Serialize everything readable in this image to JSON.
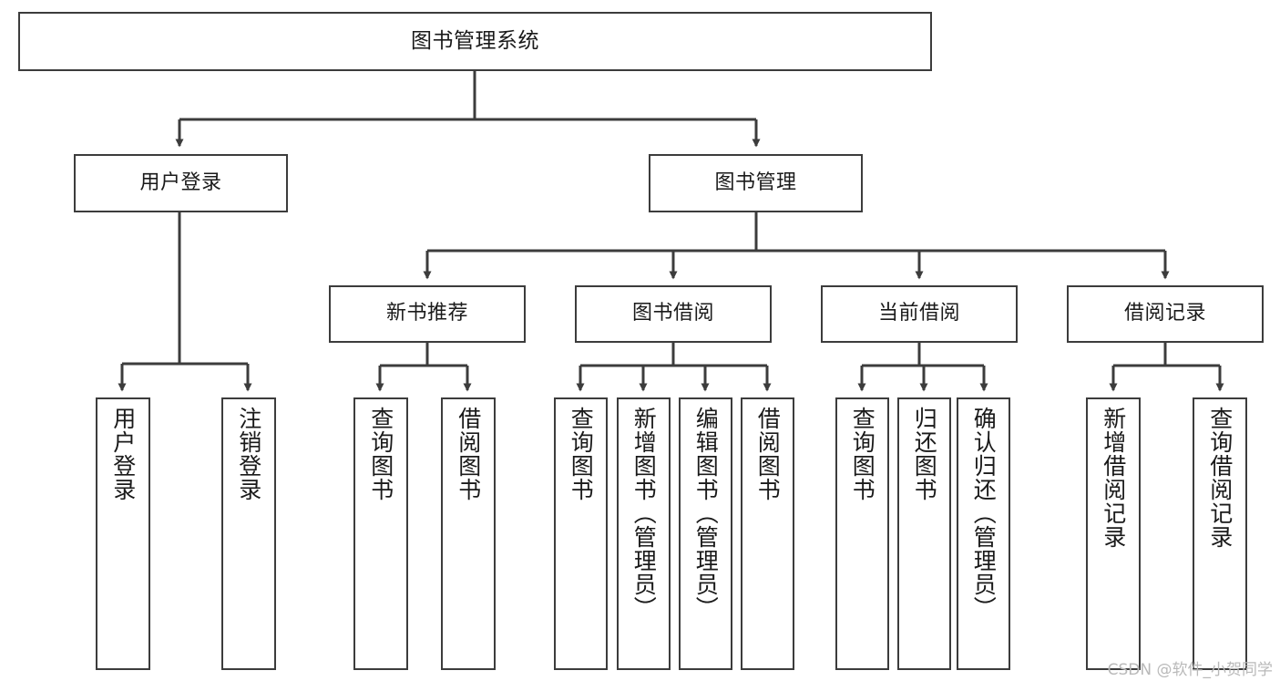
{
  "diagram": {
    "title": "图书管理系统",
    "type": "hierarchy-tree",
    "watermark": "CSDN @软件_小贺同学",
    "colors": {
      "node_border": "#3c3c3c",
      "node_fill": "#ffffff",
      "edge": "#3c3c3c",
      "text": "#1a1a1a",
      "watermark": "#b9b9b9"
    },
    "nodes": {
      "root": {
        "label": "图书管理系统",
        "level": 1,
        "orientation": "horizontal"
      },
      "l2": [
        {
          "id": "user-login",
          "label": "用户登录",
          "level": 2,
          "orientation": "horizontal"
        },
        {
          "id": "book-manage",
          "label": "图书管理",
          "level": 2,
          "orientation": "horizontal"
        }
      ],
      "l3": [
        {
          "id": "new-book-recommend",
          "label": "新书推荐",
          "level": 3,
          "orientation": "horizontal"
        },
        {
          "id": "book-borrow",
          "label": "图书借阅",
          "level": 3,
          "orientation": "horizontal"
        },
        {
          "id": "current-borrow",
          "label": "当前借阅",
          "level": 3,
          "orientation": "horizontal"
        },
        {
          "id": "borrow-record",
          "label": "借阅记录",
          "level": 3,
          "orientation": "horizontal"
        }
      ],
      "leaves": [
        {
          "id": "leaf-user-login",
          "label": "用户登录",
          "parent": "user-login",
          "orientation": "vertical"
        },
        {
          "id": "leaf-user-logout",
          "label": "注销登录",
          "parent": "user-login",
          "orientation": "vertical"
        },
        {
          "id": "leaf-query-book-1",
          "label": "查询图书",
          "parent": "new-book-recommend",
          "orientation": "vertical"
        },
        {
          "id": "leaf-borrow-book-1",
          "label": "借阅图书",
          "parent": "new-book-recommend",
          "orientation": "vertical"
        },
        {
          "id": "leaf-query-book-2",
          "label": "查询图书",
          "parent": "book-borrow",
          "orientation": "vertical"
        },
        {
          "id": "leaf-add-book",
          "label": "新增图书（管理员）",
          "parent": "book-borrow",
          "orientation": "vertical"
        },
        {
          "id": "leaf-edit-book",
          "label": "编辑图书（管理员）",
          "parent": "book-borrow",
          "orientation": "vertical"
        },
        {
          "id": "leaf-borrow-book-2",
          "label": "借阅图书",
          "parent": "book-borrow",
          "orientation": "vertical"
        },
        {
          "id": "leaf-query-book-3",
          "label": "查询图书",
          "parent": "current-borrow",
          "orientation": "vertical"
        },
        {
          "id": "leaf-return-book",
          "label": "归还图书",
          "parent": "current-borrow",
          "orientation": "vertical"
        },
        {
          "id": "leaf-confirm-return",
          "label": "确认归还（管理员）",
          "parent": "current-borrow",
          "orientation": "vertical"
        },
        {
          "id": "leaf-add-record",
          "label": "新增借阅记录",
          "parent": "borrow-record",
          "orientation": "vertical"
        },
        {
          "id": "leaf-query-record",
          "label": "查询借阅记录",
          "parent": "borrow-record",
          "orientation": "vertical"
        }
      ]
    }
  }
}
